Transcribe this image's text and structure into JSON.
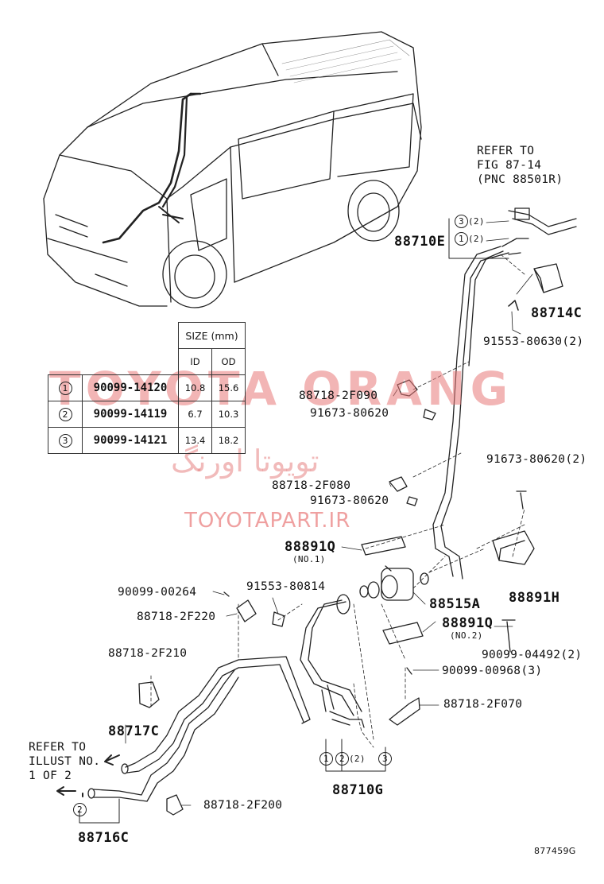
{
  "refer_top": [
    "REFER TO",
    "FIG 87-14",
    "(PNC 88501R)"
  ],
  "refer_bottom": [
    "REFER TO",
    "ILLUST NO.",
    "1 OF 2"
  ],
  "size_table": {
    "header": "SIZE (mm)",
    "col_id": "ID",
    "col_od": "OD",
    "rows": [
      {
        "no": "1",
        "part": "90099-14120",
        "id": "10.8",
        "od": "15.6"
      },
      {
        "no": "2",
        "part": "90099-14119",
        "id": "6.7",
        "od": "10.3"
      },
      {
        "no": "3",
        "part": "90099-14121",
        "id": "13.4",
        "od": "18.2"
      }
    ]
  },
  "parts": {
    "p88710E": "88710E",
    "p88714C": "88714C",
    "p91553_80630": "91553-80630(2)",
    "p88718_2F090": "88718-2F090",
    "p91673_80620a": "91673-80620",
    "p88718_2F080": "88718-2F080",
    "p91673_80620b": "91673-80620",
    "p91673_80620c": "91673-80620(2)",
    "p88891Q_1": "88891Q",
    "no1": "(NO.1)",
    "p88891H": "88891H",
    "p88515A": "88515A",
    "p88891Q_2": "88891Q",
    "no2": "(NO.2)",
    "p90099_04492": "90099-04492(2)",
    "p90099_00968": "90099-00968(3)",
    "p88718_2F070": "88718-2F070",
    "p90099_00264": "90099-00264",
    "p91553_80814": "91553-80814",
    "p88718_2F220": "88718-2F220",
    "p88718_2F210": "88718-2F210",
    "p88717C": "88717C",
    "p88718_2F200": "88718-2F200",
    "p88716C": "88716C",
    "p88710G": "88710G",
    "qty2": "(2)"
  },
  "circle_numbers": {
    "one": "1",
    "two": "2",
    "three": "3"
  },
  "figure_id": "877459G",
  "watermarks": {
    "main": "TOYOTA ORANG",
    "farsi": "تویوتا اورنگ",
    "url": "TOYOTAPART.IR"
  }
}
